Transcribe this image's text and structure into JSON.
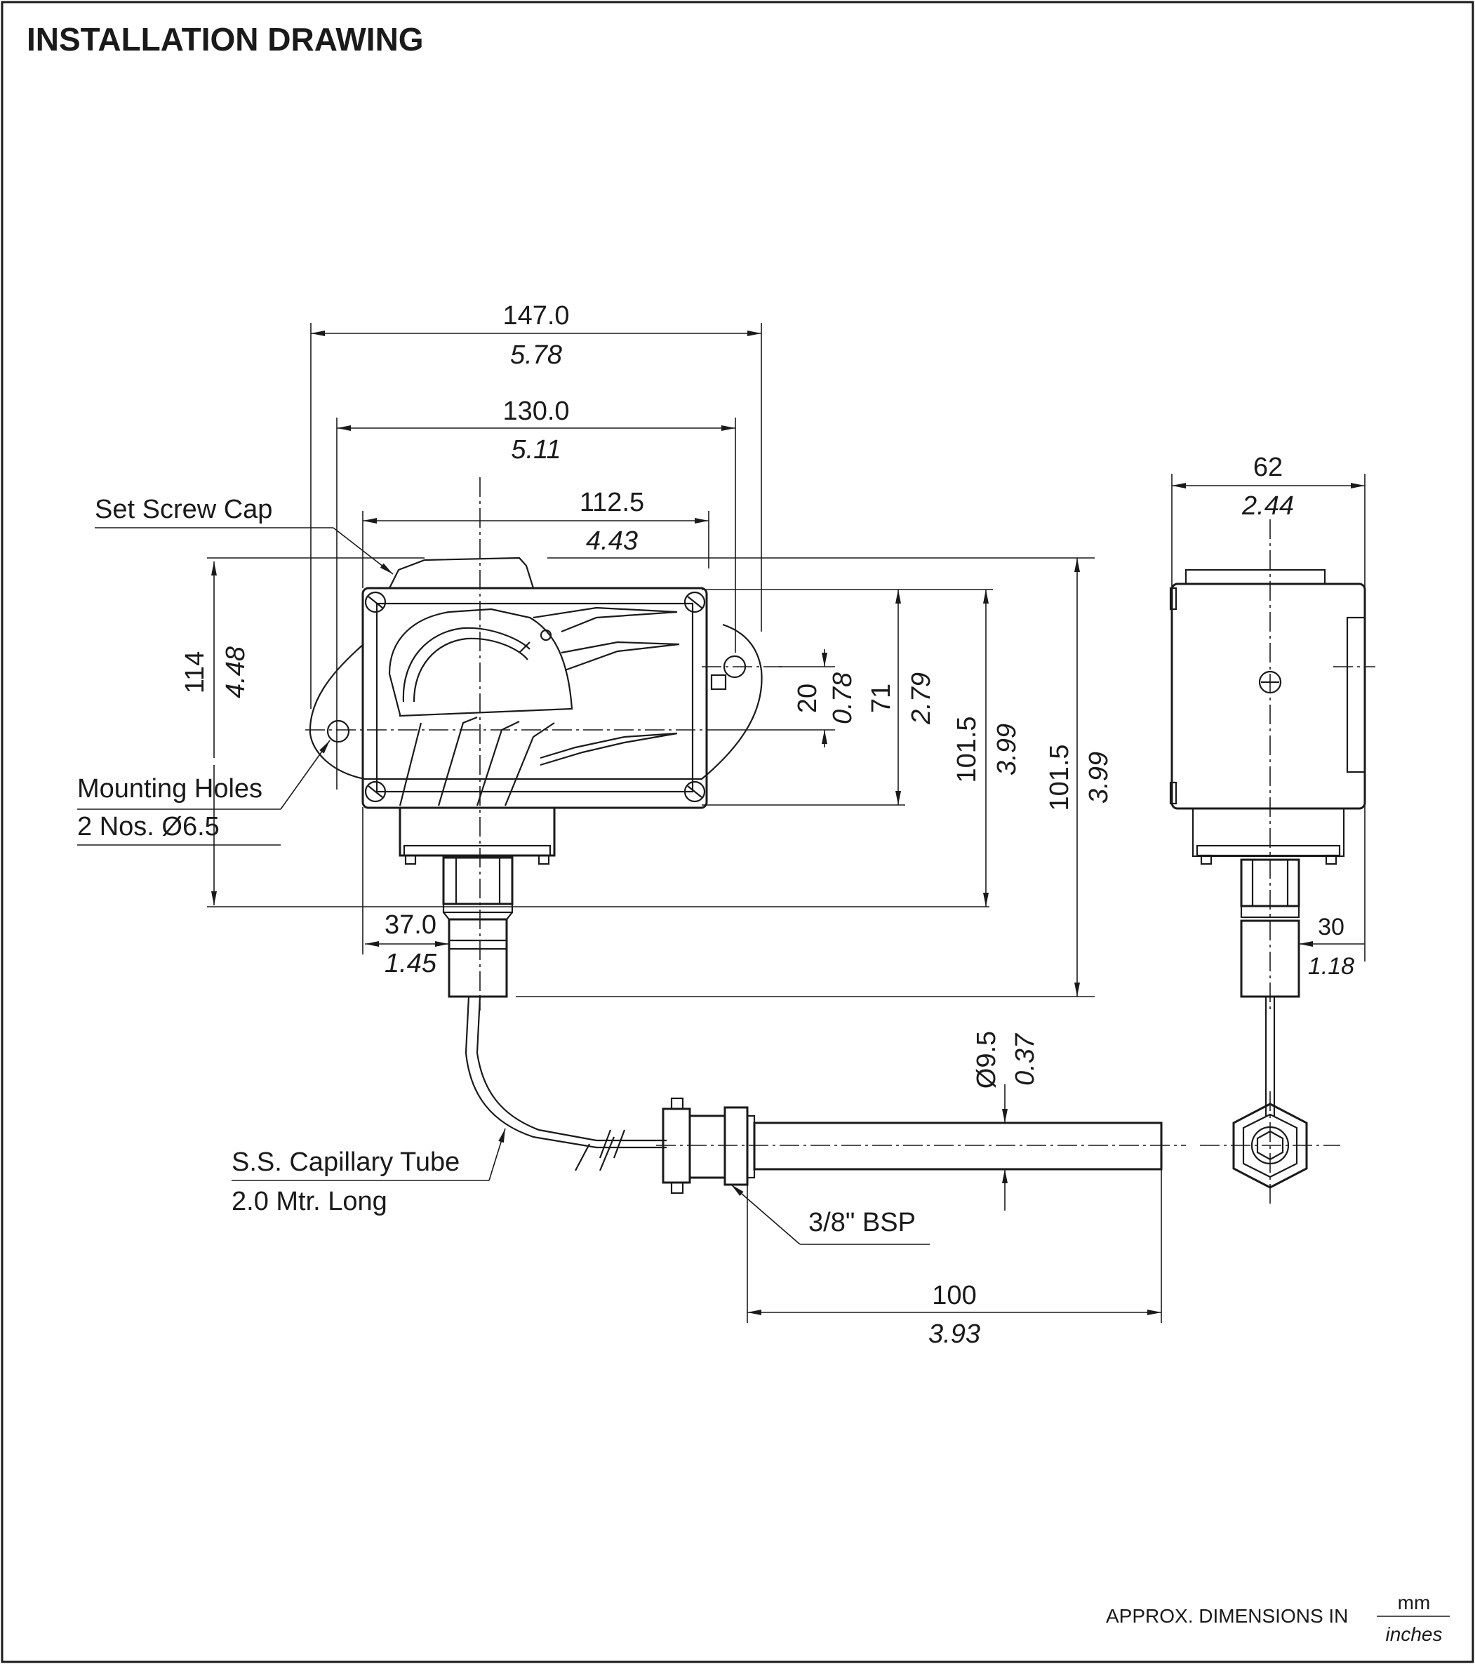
{
  "title": "INSTALLATION DRAWING",
  "front_view": {
    "dim_overall_width": {
      "mm": "147.0",
      "inch": "5.78"
    },
    "dim_mount_width": {
      "mm": "130.0",
      "inch": "5.11"
    },
    "dim_body_width": {
      "mm": "112.5",
      "inch": "4.43"
    },
    "dim_overall_height_left": {
      "mm": "114",
      "inch": "4.48"
    },
    "dim_offset": {
      "mm": "20",
      "inch": "0.78"
    },
    "dim_body_height": {
      "mm": "71",
      "inch": "2.79"
    },
    "dim_height_101_a": {
      "mm": "101.5",
      "inch": "3.99"
    },
    "dim_height_101_b": {
      "mm": "101.5",
      "inch": "3.99"
    },
    "dim_stem_offset": {
      "mm": "37.0",
      "inch": "1.45"
    }
  },
  "side_view": {
    "dim_depth": {
      "mm": "62",
      "inch": "2.44"
    },
    "dim_stem_depth": {
      "mm": "30",
      "inch": "1.18"
    }
  },
  "bulb": {
    "dim_diameter": {
      "mm": "Ø9.5",
      "inch": "0.37"
    },
    "dim_length": {
      "mm": "100",
      "inch": "3.93"
    }
  },
  "labels": {
    "set_screw_cap": "Set Screw Cap",
    "mounting_holes_line1": "Mounting Holes",
    "mounting_holes_line2": "2 Nos.  Ø6.5",
    "capillary_line1": "S.S. Capillary Tube",
    "capillary_line2": "2.0 Mtr. Long",
    "bsp": "3/8\" BSP"
  },
  "footer": {
    "text": "APPROX. DIMENSIONS IN",
    "unit_top": "mm",
    "unit_bottom": "inches"
  }
}
